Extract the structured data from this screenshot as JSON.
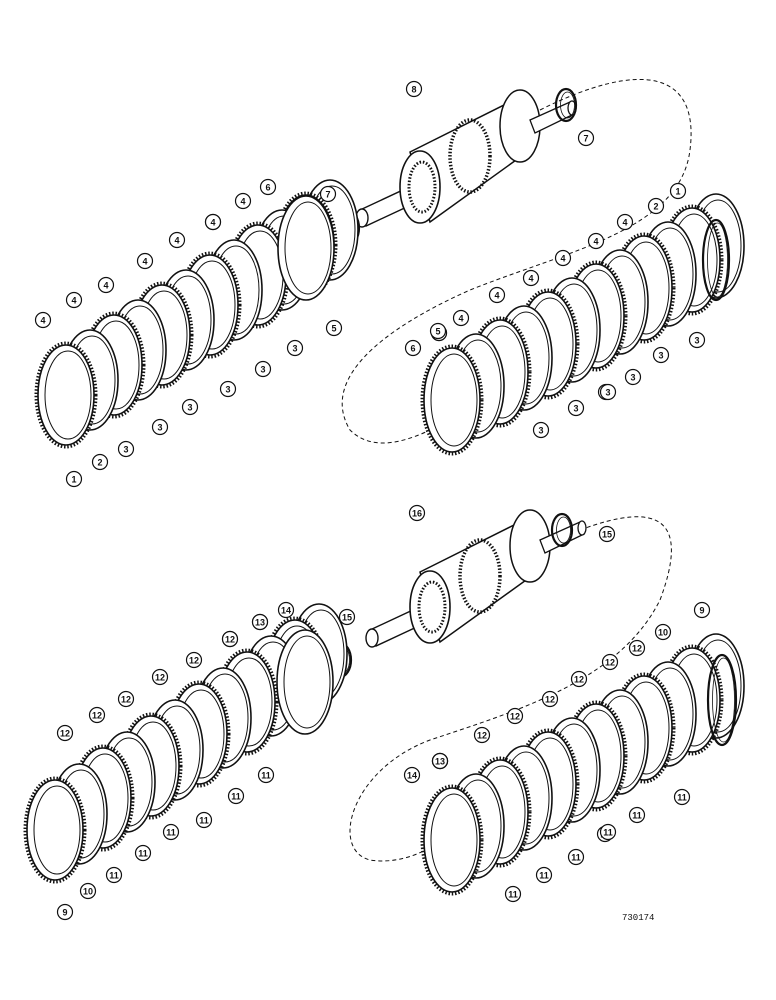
{
  "drawing_number": "730174",
  "upper_assembly": {
    "callouts": [
      "1",
      "2",
      "3",
      "3",
      "3",
      "3",
      "3",
      "3",
      "4",
      "4",
      "4",
      "4",
      "4",
      "4",
      "4",
      "4",
      "5",
      "6",
      "7",
      "7",
      "8",
      "1",
      "2",
      "3",
      "3",
      "3",
      "3",
      "3",
      "3",
      "3",
      "4",
      "4",
      "4",
      "4",
      "4",
      "4",
      "4",
      "4",
      "5",
      "6"
    ]
  },
  "lower_assembly": {
    "callouts": [
      "9",
      "10",
      "11",
      "11",
      "11",
      "11",
      "11",
      "11",
      "12",
      "12",
      "12",
      "12",
      "12",
      "12",
      "12",
      "12",
      "13",
      "14",
      "15",
      "15",
      "16",
      "9",
      "10",
      "11",
      "11",
      "11",
      "11",
      "11",
      "11",
      "11",
      "12",
      "12",
      "12",
      "12",
      "12",
      "12",
      "12",
      "12",
      "13",
      "14"
    ]
  }
}
